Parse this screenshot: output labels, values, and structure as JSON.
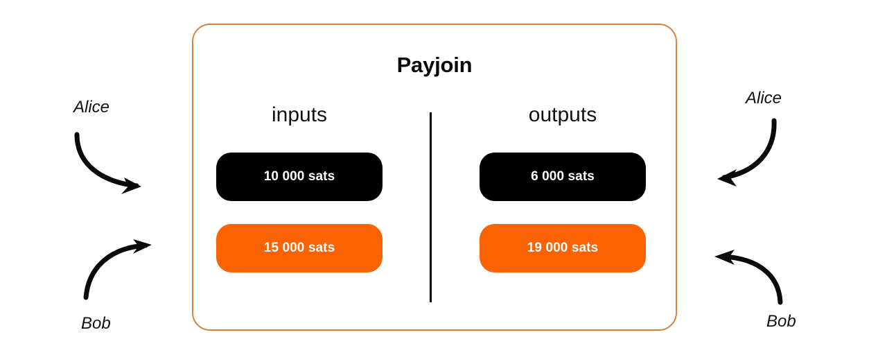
{
  "diagram": {
    "title": "Payjoin",
    "border_color": "#d7813c",
    "background": "#ffffff"
  },
  "columns": [
    {
      "key": "inputs",
      "label": "inputs",
      "boxes": [
        {
          "amount": "10 000 sats",
          "color": "#000000",
          "owner": "alice"
        },
        {
          "amount": "15 000 sats",
          "color": "#f96304",
          "owner": "bob"
        }
      ]
    },
    {
      "key": "outputs",
      "label": "outputs",
      "boxes": [
        {
          "amount": "6 000 sats",
          "color": "#000000",
          "owner": "alice"
        },
        {
          "amount": "19 000 sats",
          "color": "#f96304",
          "owner": "bob"
        }
      ]
    }
  ],
  "annotations": {
    "left": {
      "alice": "Alice",
      "bob": "Bob"
    },
    "right": {
      "alice": "Alice",
      "bob": "Bob"
    }
  },
  "arrows": {
    "left_alice": "curved-arrow-down-right-icon",
    "left_bob": "curved-arrow-up-right-icon",
    "right_alice": "curved-arrow-down-left-icon",
    "right_bob": "curved-arrow-up-left-icon"
  },
  "colors": {
    "black": "#000000",
    "orange": "#f96304",
    "card_border": "#d7813c",
    "text": "#111111"
  }
}
